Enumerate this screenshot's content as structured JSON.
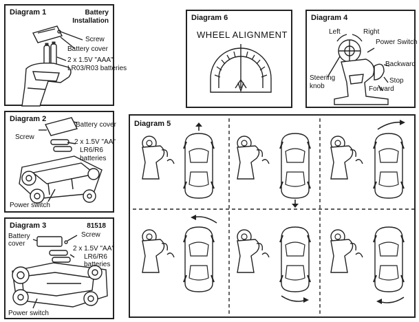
{
  "diagram1": {
    "title": "Diagram 1",
    "heading_line1": "Battery",
    "heading_line2": "Installation",
    "label_screw": "Screw",
    "label_cover": "Battery cover",
    "label_batt_line1": "2 x 1.5V \"AAA\"",
    "label_batt_line2": "LR03/R03 batteries"
  },
  "diagram2": {
    "title": "Diagram 2",
    "label_cover": "Battery cover",
    "label_screw": "Screw",
    "label_batt_line1": "2 x 1.5V \"AA\"",
    "label_batt_line2": "LR6/R6",
    "label_batt_line3": "batteries",
    "label_power": "Power switch"
  },
  "diagram3": {
    "title": "Diagram 3",
    "model": "81518",
    "label_cover_line1": "Battery",
    "label_cover_line2": "cover",
    "label_screw": "Screw",
    "label_batt_line1": "2 x 1.5V \"AA\"",
    "label_batt_line2": "LR6/R6",
    "label_batt_line3": "batteries",
    "label_power": "Power switch"
  },
  "diagram6": {
    "title": "Diagram 6",
    "heading": "WHEEL ALIGNMENT"
  },
  "diagram4": {
    "title": "Diagram 4",
    "label_left": "Left",
    "label_right": "Right",
    "label_power": "Power Switch",
    "label_backward": "Backward",
    "label_steer_line1": "Steering",
    "label_steer_line2": "knob",
    "label_stop": "Stop",
    "label_forward": "Forward"
  },
  "diagram5": {
    "title": "Diagram 5"
  }
}
